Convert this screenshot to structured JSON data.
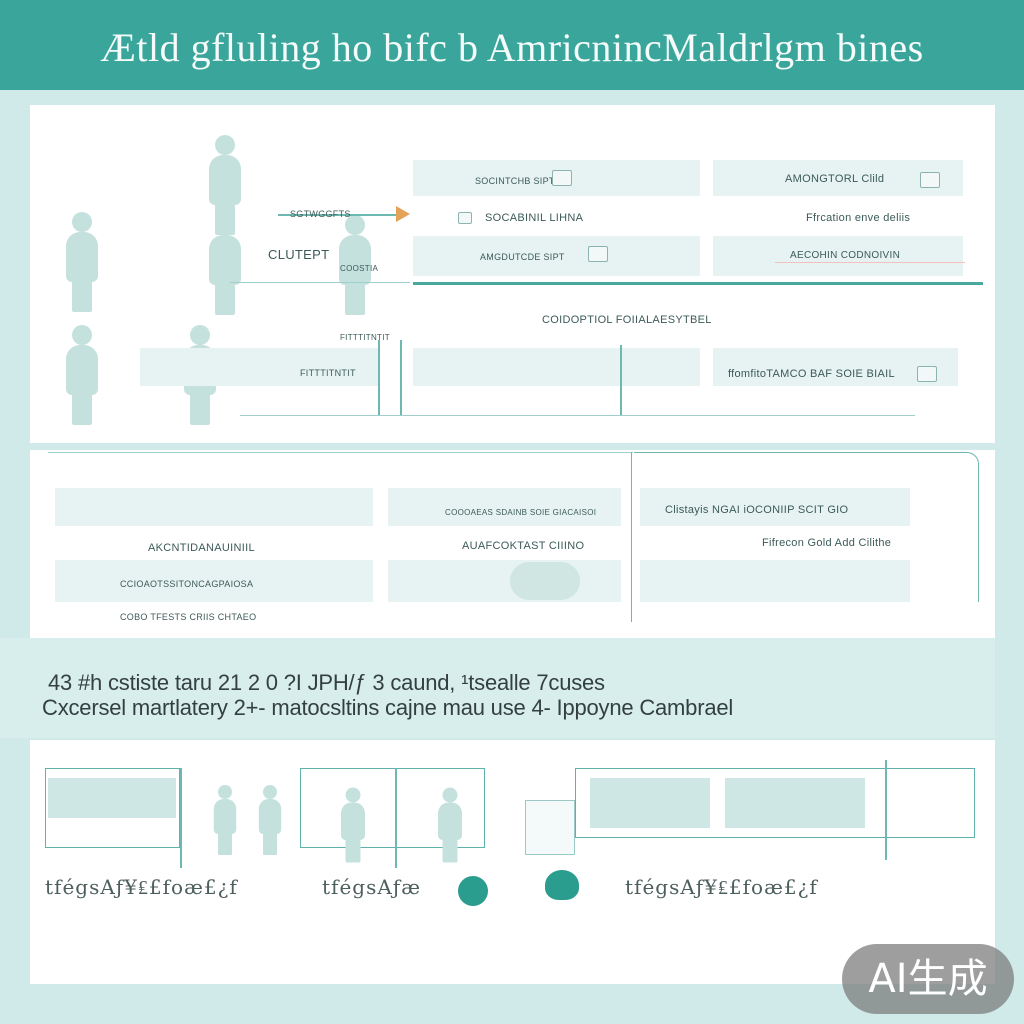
{
  "header": {
    "title": "Ætld gfluling ho bifc b AmricnincMaldrlgm bines"
  },
  "diagram_top": {
    "left_labels": {
      "client": "CLUTEPT",
      "pointer": "FITTTITNTIT",
      "arrow_label": "SGTWGGFTS",
      "lower_label": "FITTTITNTIT",
      "lower_small": "COOSTIA"
    },
    "rows": [
      {
        "left": "SOCINTCHB SIPT",
        "right": "AMONGTORL Clild"
      },
      {
        "left": "SOCABINIL LIHNA",
        "right": "Ffrcation enve deliis"
      },
      {
        "left": "AMGDUTCDE SIPT",
        "right": "AECOHIN CODNOIVIN"
      }
    ],
    "center_label": "COIDOPTIOL FOIIALAESYTBEL",
    "row4_right": "ffomfitoTAMCO BAF SOIE BIAIL"
  },
  "diagram_mid": {
    "left": {
      "label_center": "AKCNTIDANAUINIIL",
      "label_row1": "CCIOAOTSSITONCAGPAIOSA",
      "label_row2": "COBO TFESTS  CRIIS CHTAEO"
    },
    "center": {
      "label_top": "COOOAEAS SDAINB SOIE GIACAISOI",
      "label_center": "AUAFCOKTAST CIIINO"
    },
    "right": {
      "label_top": "Clistayis  NGAI iOCONIIP  SCIT GIO",
      "label_center": "Fifrecon  Gold Add Cilithe"
    }
  },
  "stats": {
    "line1": "43 #h cstiste taru 21    2 0 ?I JPH/ƒ 3  caund, ¹tsealle 7cuses",
    "line2": "Cxcersel martlatery 2+- matocsltins cajne mau use 4- Ippoyne Cambrael"
  },
  "bottom_captions": {
    "left": "tfégsAƒ¥₤£foæ£¿f",
    "center": "tfégsAƒæ",
    "right": "tfégsAƒ¥₤£foæ£¿f"
  },
  "watermark": {
    "text": "AI生成"
  },
  "colors": {
    "header": "#3aa69b",
    "background": "#cfeae9",
    "accent": "#2b9d8f",
    "line": "#6db8b0"
  }
}
